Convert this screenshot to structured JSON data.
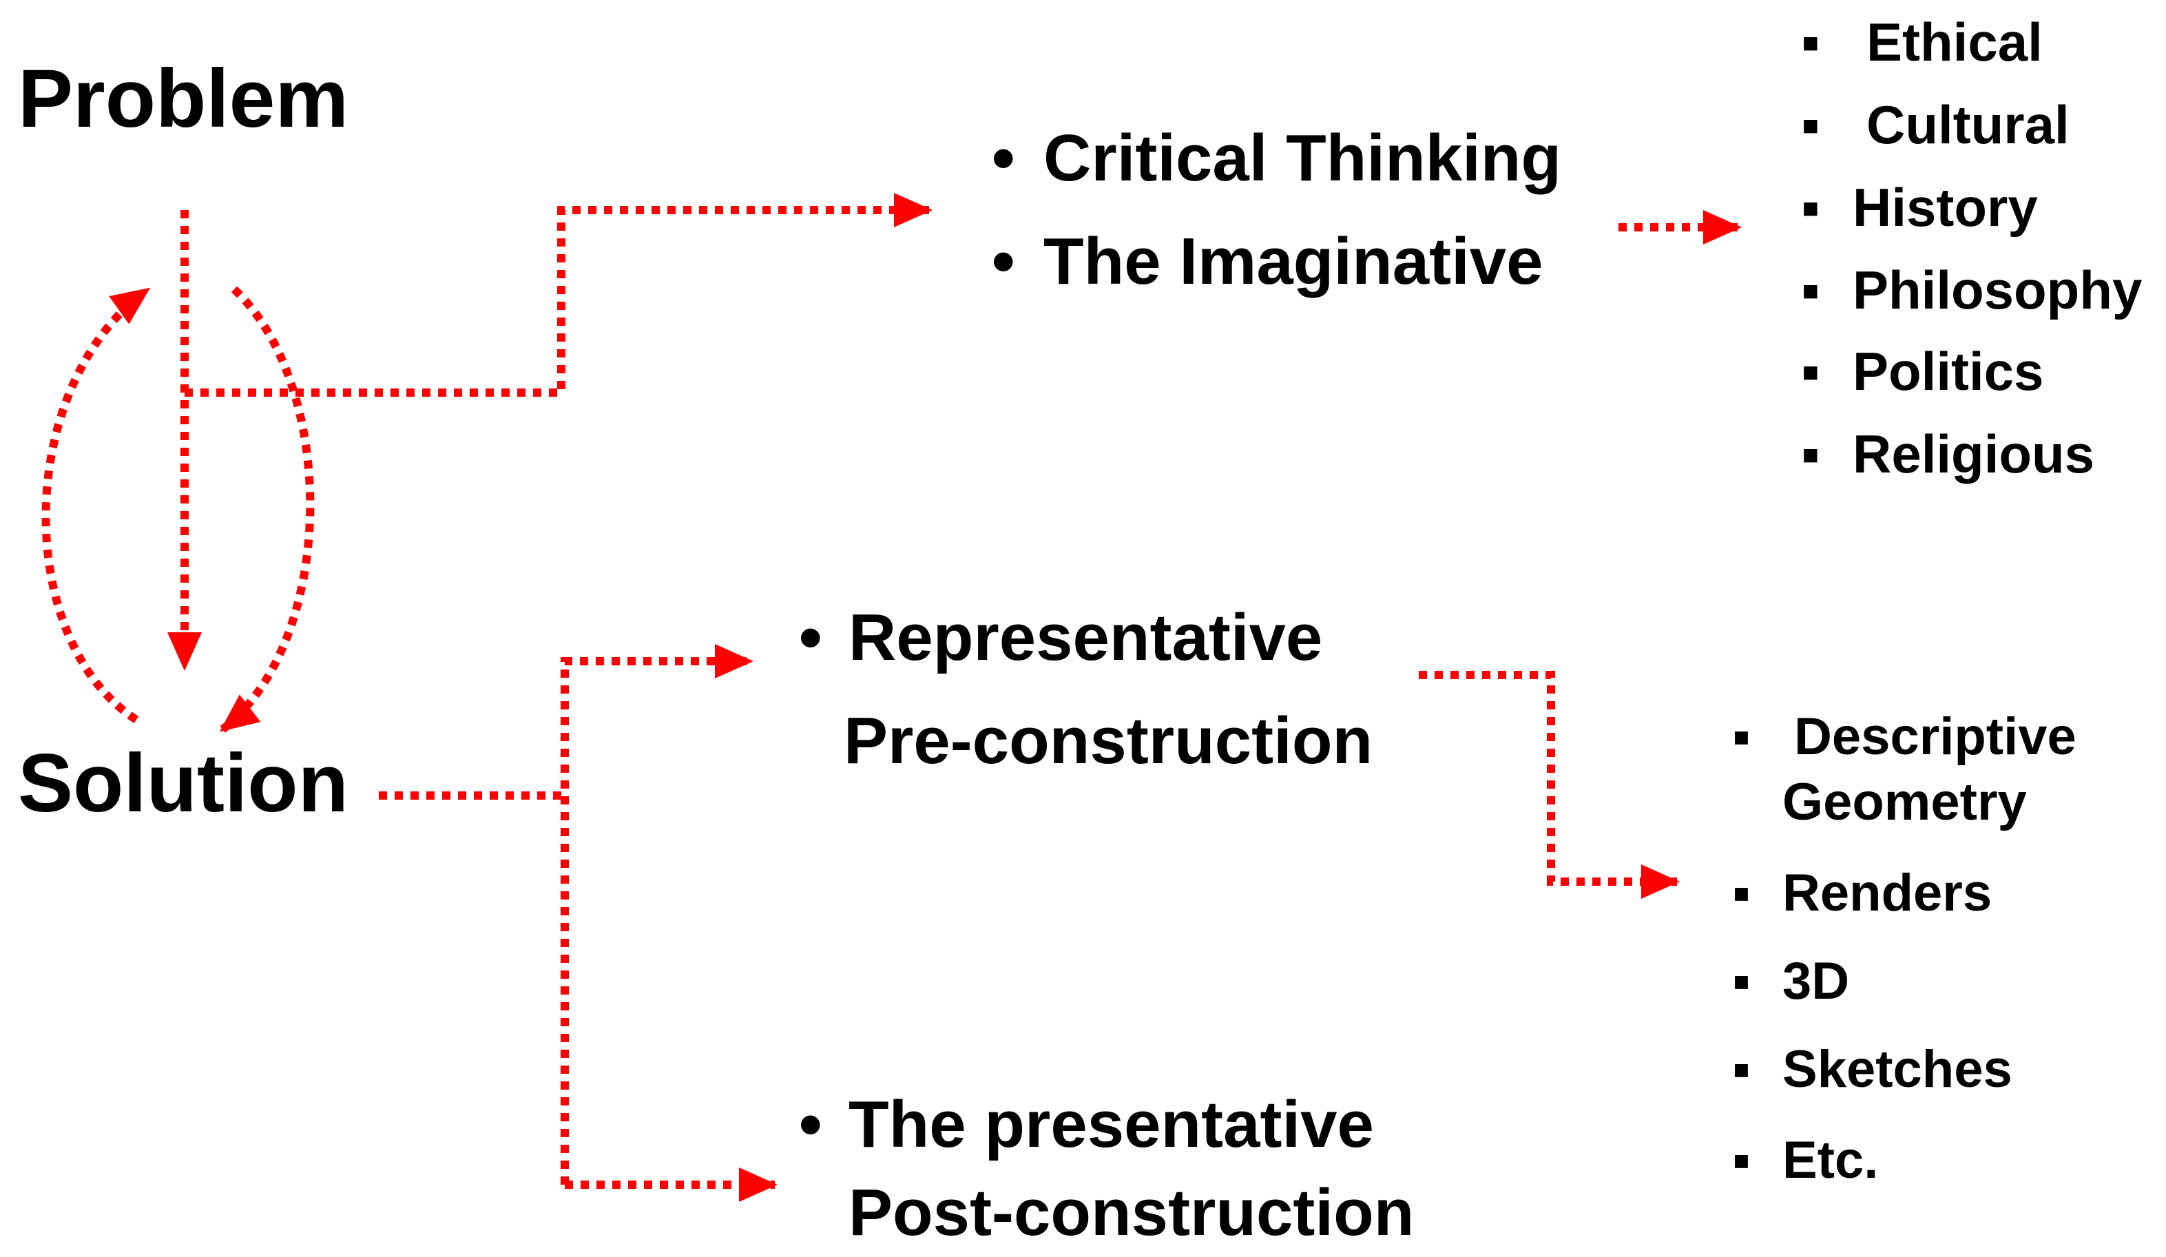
{
  "diagram": {
    "problem": "Problem",
    "solution": "Solution",
    "upper_branch": [
      "Critical Thinking",
      "The Imaginative"
    ],
    "upper_list": [
      "Ethical",
      "Cultural",
      "History",
      "Philosophy",
      "Politics",
      "Religious"
    ],
    "representative": {
      "line1": "Representative",
      "line2": "Pre-construction"
    },
    "presentative": {
      "line1": "The presentative",
      "line2": "Post-construction"
    },
    "lower_list": [
      {
        "line1": "Descriptive",
        "line2": "Geometry"
      },
      {
        "line1": "Renders"
      },
      {
        "line1": "3D"
      },
      {
        "line1": "Sketches"
      },
      {
        "line1": "Etc."
      }
    ],
    "connector_color": "#ff0000",
    "text_color": "#000000",
    "bullet_glyph": "•",
    "square_glyph": "▪"
  }
}
